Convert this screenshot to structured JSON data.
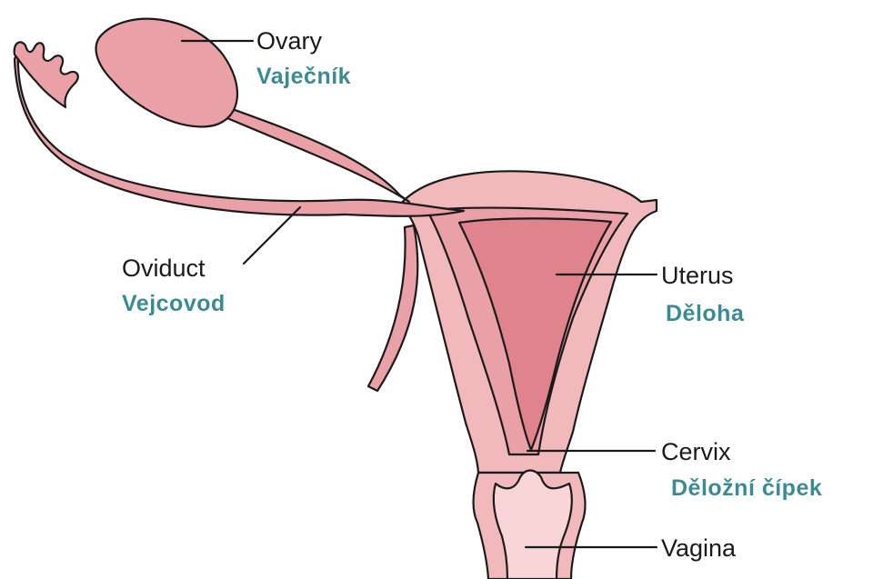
{
  "labels": {
    "ovary": {
      "en": "Ovary",
      "cz": "Vaječník"
    },
    "oviduct": {
      "en": "Oviduct",
      "cz": "Vejcovod"
    },
    "uterus": {
      "en": "Uterus",
      "cz": "Děloha"
    },
    "cervix": {
      "en": "Cervix",
      "cz": "Děložní čípek"
    },
    "vagina": {
      "en": "Vagina"
    }
  },
  "colors": {
    "tissue_light": "#f2b9bd",
    "tissue_mid": "#e9a0a6",
    "tissue_dark": "#df848c",
    "vagina_fill": "#f8d6d8",
    "outline": "#1a1a1a",
    "english_text": "#1a1a1a",
    "czech_text": "#3d8b92"
  }
}
